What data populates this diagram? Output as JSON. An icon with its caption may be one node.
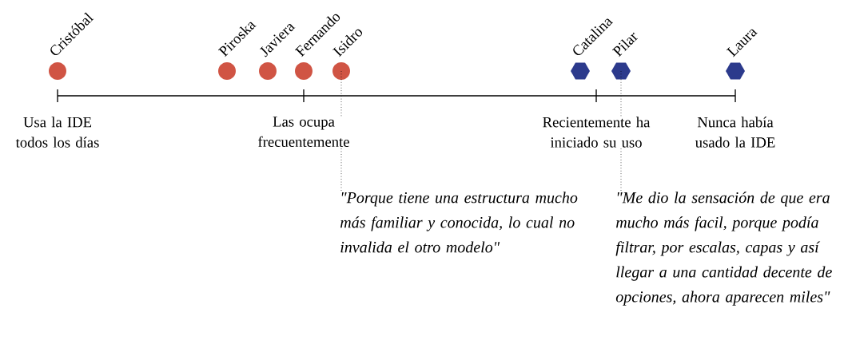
{
  "diagram": {
    "nodes": [
      {
        "text": [],
        "shape": "circle",
        "beside": [
          "Cristóbal"
        ]
      },
      {
        "text": [],
        "shape": "circle",
        "beside": [
          "Piroska"
        ]
      },
      {
        "text": [],
        "shape": "circle",
        "beside": [
          "Javiera"
        ]
      },
      {
        "text": [],
        "shape": "circle",
        "beside": [
          "Fernando"
        ]
      },
      {
        "text": [],
        "shape": "circle",
        "beside": [
          "Isidro"
        ]
      },
      {
        "text": [],
        "shape": "hexagon",
        "beside": [
          "Catalina"
        ]
      },
      {
        "text": [],
        "shape": "hexagon",
        "beside": [
          "Pilar"
        ]
      },
      {
        "text": [],
        "shape": "hexagon",
        "beside": [
          "Laura"
        ]
      },
      {
        "text": [
          "\"Porque tiene una estructura mucho más familiar y conocida, lo cual no invalida el otro modelo\""
        ]
      },
      {
        "text": [
          "\"Me dio la sensación de que era mucho más facil, porque podía filtrar, por escalas, capas y así llegar a una cantidad decente de opciones, ahora aparecen miles\""
        ]
      }
    ],
    "edges": [
      {
        "from": 4,
        "to": 8,
        "arrow": "none"
      },
      {
        "from": 6,
        "to": 9,
        "arrow": "none"
      }
    ],
    "labels": [
      "Usa la IDE todos los días",
      "Las ocupa frecuentemente",
      "Recientemente ha iniciado su uso",
      "Nunca había usado la IDE"
    ]
  }
}
